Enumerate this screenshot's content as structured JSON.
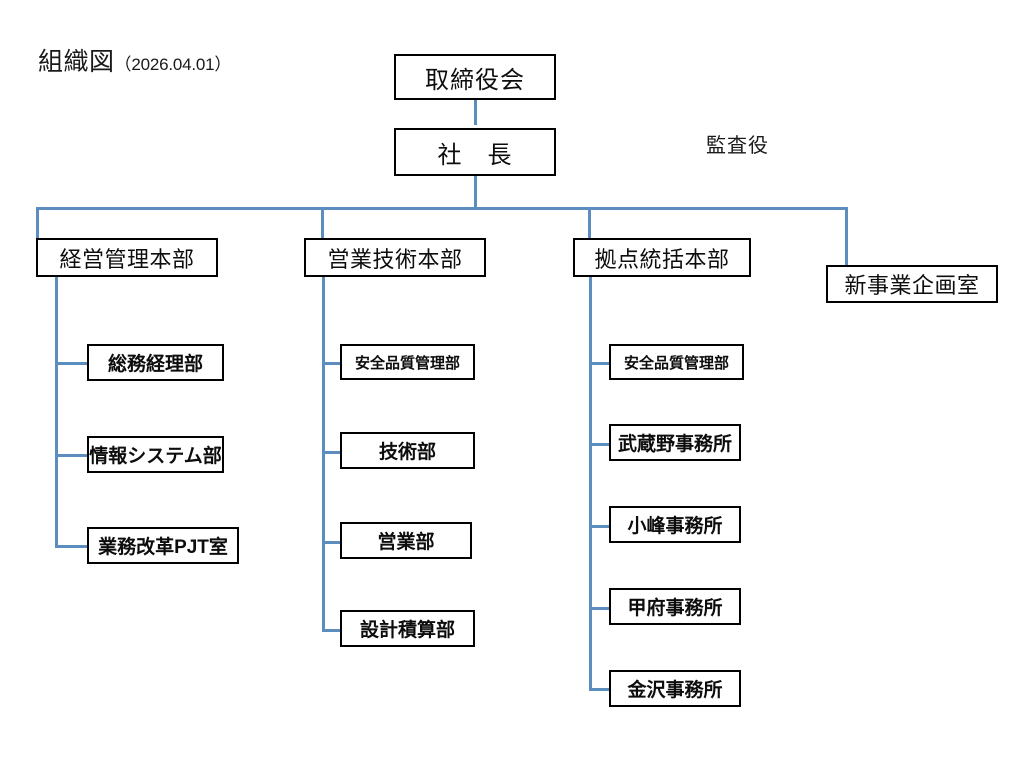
{
  "document": {
    "title_main": "組織図",
    "title_date": "（2026.04.01）"
  },
  "theme": {
    "connector_color": "#5B8DBE",
    "box_border_color": "#000000",
    "box_fill_color": "#FFFFFF",
    "text_color": "#0D0D0D",
    "background_color": "#FFFFFF"
  },
  "top_nodes": [
    {
      "id": "board",
      "label": "取締役会"
    },
    {
      "id": "president",
      "label": "社　長"
    }
  ],
  "standalone_labels": [
    {
      "id": "auditor",
      "label": "監査役"
    }
  ],
  "divisions": [
    {
      "id": "div-keiei",
      "label": "経営管理本部",
      "units": [
        {
          "id": "unit-soumu",
          "label": "総務経理部"
        },
        {
          "id": "unit-joho",
          "label": "情報システム部"
        },
        {
          "id": "unit-gyomu",
          "label": "業務改革PJT室"
        }
      ]
    },
    {
      "id": "div-eigyo",
      "label": "営業技術本部",
      "units": [
        {
          "id": "unit-anzen-e",
          "label": "安全品質管理部"
        },
        {
          "id": "unit-gijutsu",
          "label": "技術部"
        },
        {
          "id": "unit-eigyobu",
          "label": "営業部"
        },
        {
          "id": "unit-sekkei",
          "label": "設計積算部"
        }
      ]
    },
    {
      "id": "div-kyoten",
      "label": "拠点統括本部",
      "units": [
        {
          "id": "unit-anzen-k",
          "label": "安全品質管理部"
        },
        {
          "id": "unit-musashino",
          "label": "武蔵野事務所"
        },
        {
          "id": "unit-komine",
          "label": "小峰事務所"
        },
        {
          "id": "unit-kofu",
          "label": "甲府事務所"
        },
        {
          "id": "unit-kanazawa",
          "label": "金沢事務所"
        }
      ]
    },
    {
      "id": "div-shinjigyo",
      "label": "新事業企画室",
      "units": []
    }
  ]
}
